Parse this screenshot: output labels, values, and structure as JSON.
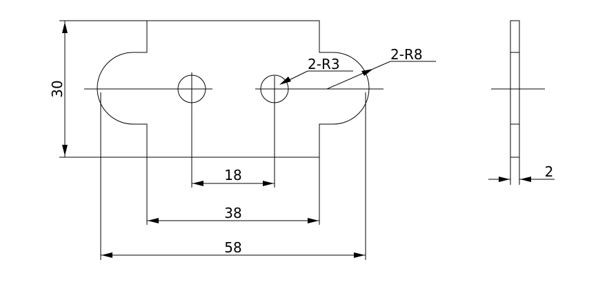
{
  "dimensions": {
    "height": "30",
    "hole_spacing": "18",
    "neck_width": "38",
    "overall_width": "58",
    "thickness": "2"
  },
  "callouts": {
    "hole_radius": "2-R3",
    "end_radius": "2-R8"
  }
}
